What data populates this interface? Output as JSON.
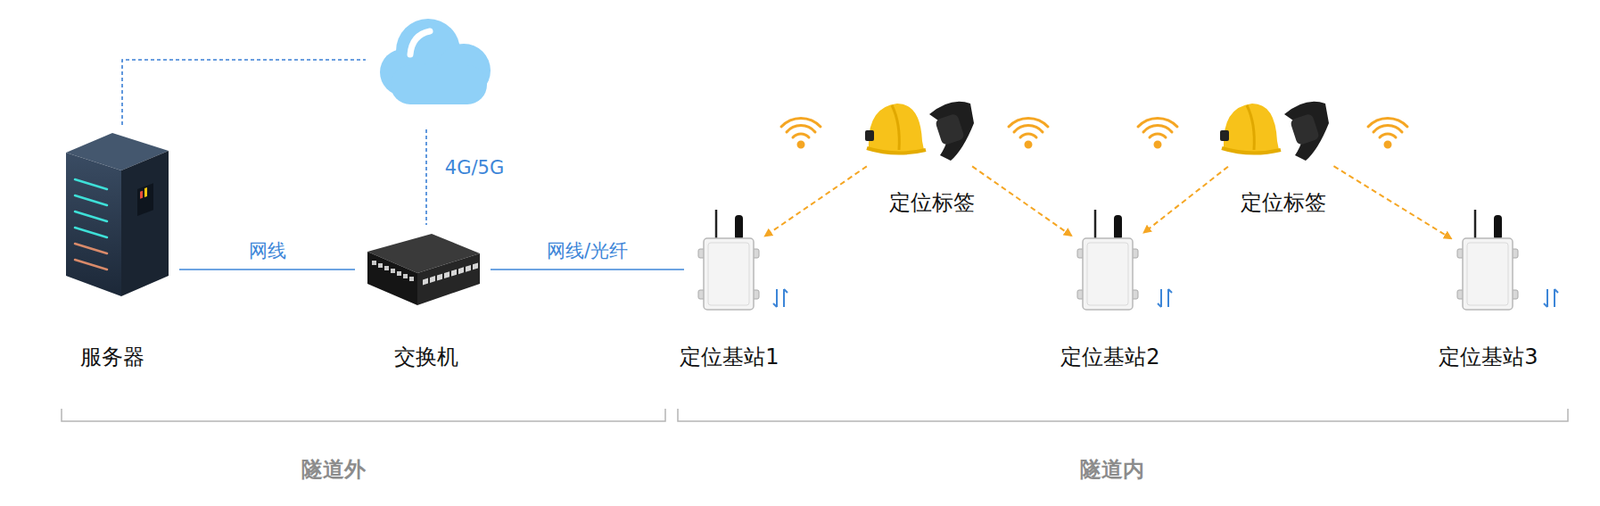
{
  "diagram": {
    "nodes": [
      {
        "text": [
          "服务器"
        ]
      },
      {
        "text": [
          "交换机"
        ]
      },
      {
        "text": [
          "定位标签"
        ]
      },
      {
        "text": [
          "定位标签"
        ]
      },
      {
        "text": [
          "定位基站1"
        ]
      },
      {
        "text": [
          "定位基站2"
        ]
      },
      {
        "text": [
          "定位基站3"
        ]
      }
    ],
    "edges": [
      {
        "from": 0,
        "to": 1,
        "arrow": "none",
        "label": "网线"
      },
      {
        "from": 1,
        "to": 4,
        "arrow": "none",
        "label": "网线/光纤"
      },
      {
        "from": 2,
        "to": 4,
        "arrow": "to"
      },
      {
        "from": 2,
        "to": 5,
        "arrow": "to"
      },
      {
        "from": 3,
        "to": 5,
        "arrow": "to"
      },
      {
        "from": 3,
        "to": 6,
        "arrow": "to"
      }
    ],
    "labels": [
      "4G/5G",
      "隧道外",
      "隧道内"
    ]
  }
}
